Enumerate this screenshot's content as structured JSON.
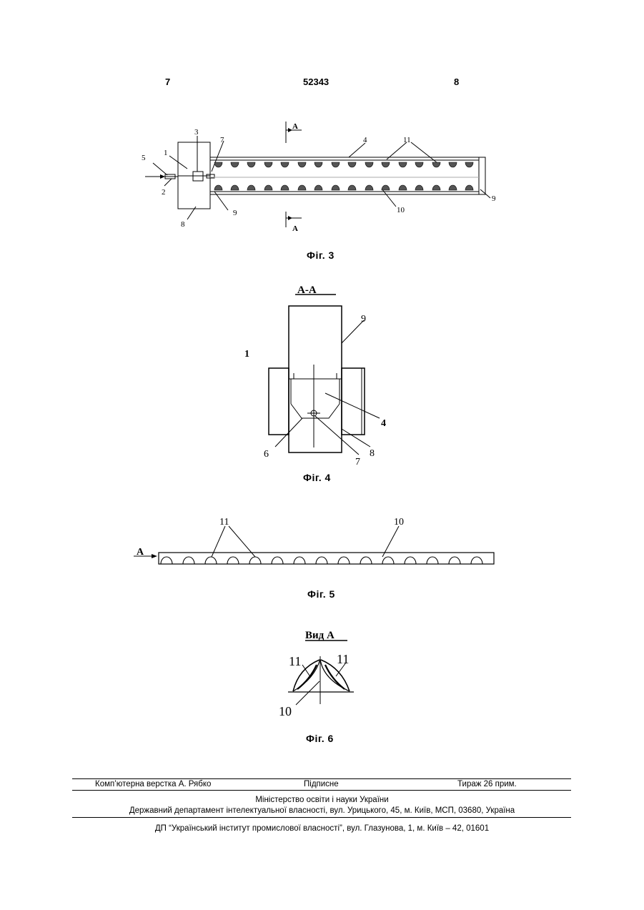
{
  "header": {
    "left_page": "7",
    "patent_number": "52343",
    "right_page": "8"
  },
  "fig3": {
    "caption": "Фіг. 3",
    "labels": {
      "l1": "1",
      "l2": "2",
      "l3": "3",
      "l4": "4",
      "l5": "5",
      "l7": "7",
      "l8": "8",
      "l9a": "9",
      "l9b": "9",
      "l10": "10",
      "l11": "11",
      "secA_top": "A",
      "secA_bottom": "A"
    }
  },
  "fig4": {
    "caption": "Фіг. 4",
    "title": "A-A",
    "labels": {
      "l1": "1",
      "l4": "4",
      "l6": "6",
      "l7": "7",
      "l8": "8",
      "l9": "9"
    }
  },
  "fig5": {
    "caption": "Фіг. 5",
    "labels": {
      "arrow": "A",
      "l10": "10",
      "l11": "11"
    }
  },
  "fig6": {
    "caption": "Фіг. 6",
    "title": "Вид A",
    "labels": {
      "l11a": "11",
      "l11b": "11",
      "l10": "10"
    }
  },
  "footer": {
    "layout_credit": "Комп’ютерна верстка А. Рябко",
    "signed": "Підписне",
    "circulation": "Тираж 26 прим.",
    "ministry": "Міністерство освіти і науки України",
    "department": "Державний департамент інтелектуальної власності, вул. Урицького, 45, м. Київ, МСП, 03680, Україна",
    "institute": "ДП “Український інститут промислової власності”, вул. Глазунова, 1, м. Київ – 42, 01601"
  }
}
